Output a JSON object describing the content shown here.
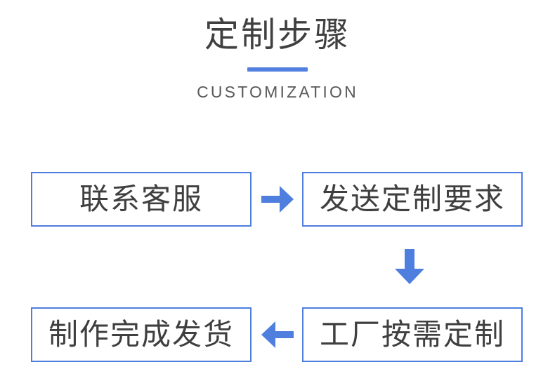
{
  "page": {
    "background_color": "#ffffff",
    "accent_color": "#5180e0",
    "text_color": "#3f3f3f"
  },
  "header": {
    "title": "定制步骤",
    "subtitle": "CUSTOMIZATION",
    "rule_color": "#5180e0"
  },
  "flow": {
    "steps": [
      {
        "id": "step-1",
        "label": "联系客服"
      },
      {
        "id": "step-2",
        "label": "发送定制要求"
      },
      {
        "id": "step-3",
        "label": "制作完成发货"
      },
      {
        "id": "step-4",
        "label": "工厂按需定制"
      }
    ],
    "connectors": [
      {
        "id": "connector-1",
        "icon": "arrow-right-icon",
        "direction": "right",
        "color": "#4e7ede"
      },
      {
        "id": "connector-2",
        "icon": "arrow-down-icon",
        "direction": "down",
        "color": "#4e7ede"
      },
      {
        "id": "connector-3",
        "icon": "arrow-left-icon",
        "direction": "left",
        "color": "#4e7ede"
      }
    ],
    "box_border_color": "#4e7ede"
  }
}
